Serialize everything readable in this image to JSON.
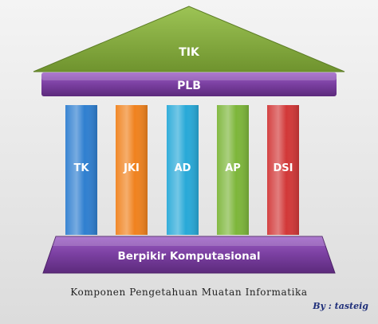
{
  "diagram": {
    "roof_label": "TIK",
    "beam_label": "PLB",
    "pillars": [
      {
        "label": "TK",
        "color": "#2f7fd0"
      },
      {
        "label": "JKI",
        "color": "#f0821e"
      },
      {
        "label": "AD",
        "color": "#28a9d8"
      },
      {
        "label": "AP",
        "color": "#7db63a"
      },
      {
        "label": "DSI",
        "color": "#d23838"
      }
    ],
    "base_label": "Berpikir Komputasional",
    "colors": {
      "roof": "#7fa23a",
      "beam": "#7a3fa0",
      "base": "#7a3fa0"
    }
  },
  "caption": "Komponen Pengetahuan Muatan Informatika",
  "credit": "By : tasteig"
}
